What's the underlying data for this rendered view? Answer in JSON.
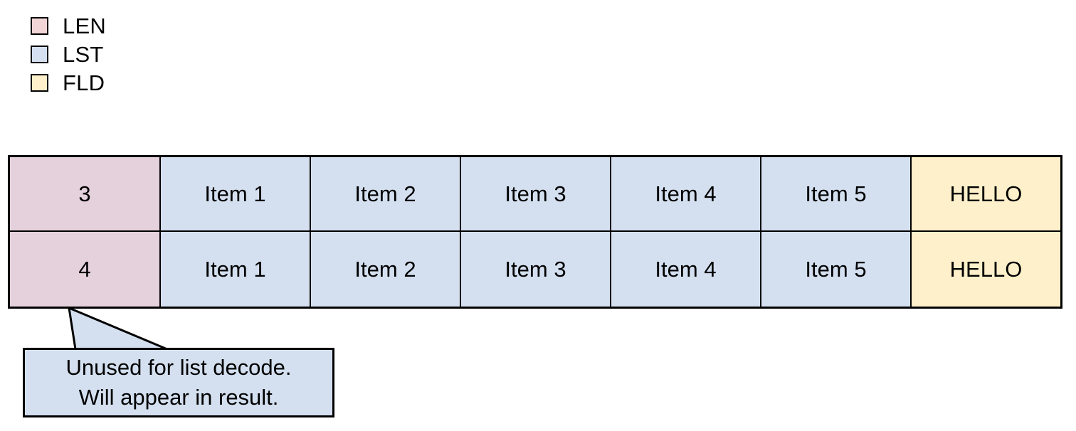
{
  "colors": {
    "len_legend_fill": "#f2d5d6",
    "len_cell_fill": "#e4d1dc",
    "lst_fill": "#d4e0f0",
    "fld_fill": "#fdf0ca",
    "callout_fill": "#d4e0f0",
    "stroke": "#000000",
    "background": "#ffffff"
  },
  "legend": {
    "items": [
      {
        "label": "LEN",
        "swatch_name": "legend-swatch-len",
        "color": "#f2d5d6"
      },
      {
        "label": "LST",
        "swatch_name": "legend-swatch-lst",
        "color": "#d4e0f0"
      },
      {
        "label": "FLD",
        "swatch_name": "legend-swatch-fld",
        "color": "#fdf0ca"
      }
    ]
  },
  "table": {
    "rows": [
      {
        "len": "3",
        "list": [
          "Item 1",
          "Item 2",
          "Item 3",
          "Item 4",
          "Item 5"
        ],
        "fld": "HELLO"
      },
      {
        "len": "4",
        "list": [
          "Item 1",
          "Item 2",
          "Item 3",
          "Item 4",
          "Item 5"
        ],
        "fld": "HELLO"
      }
    ]
  },
  "callout": {
    "line1": "Unused for list decode.",
    "line2": "Will appear in result.",
    "anchor": "row-2-len-cell"
  }
}
